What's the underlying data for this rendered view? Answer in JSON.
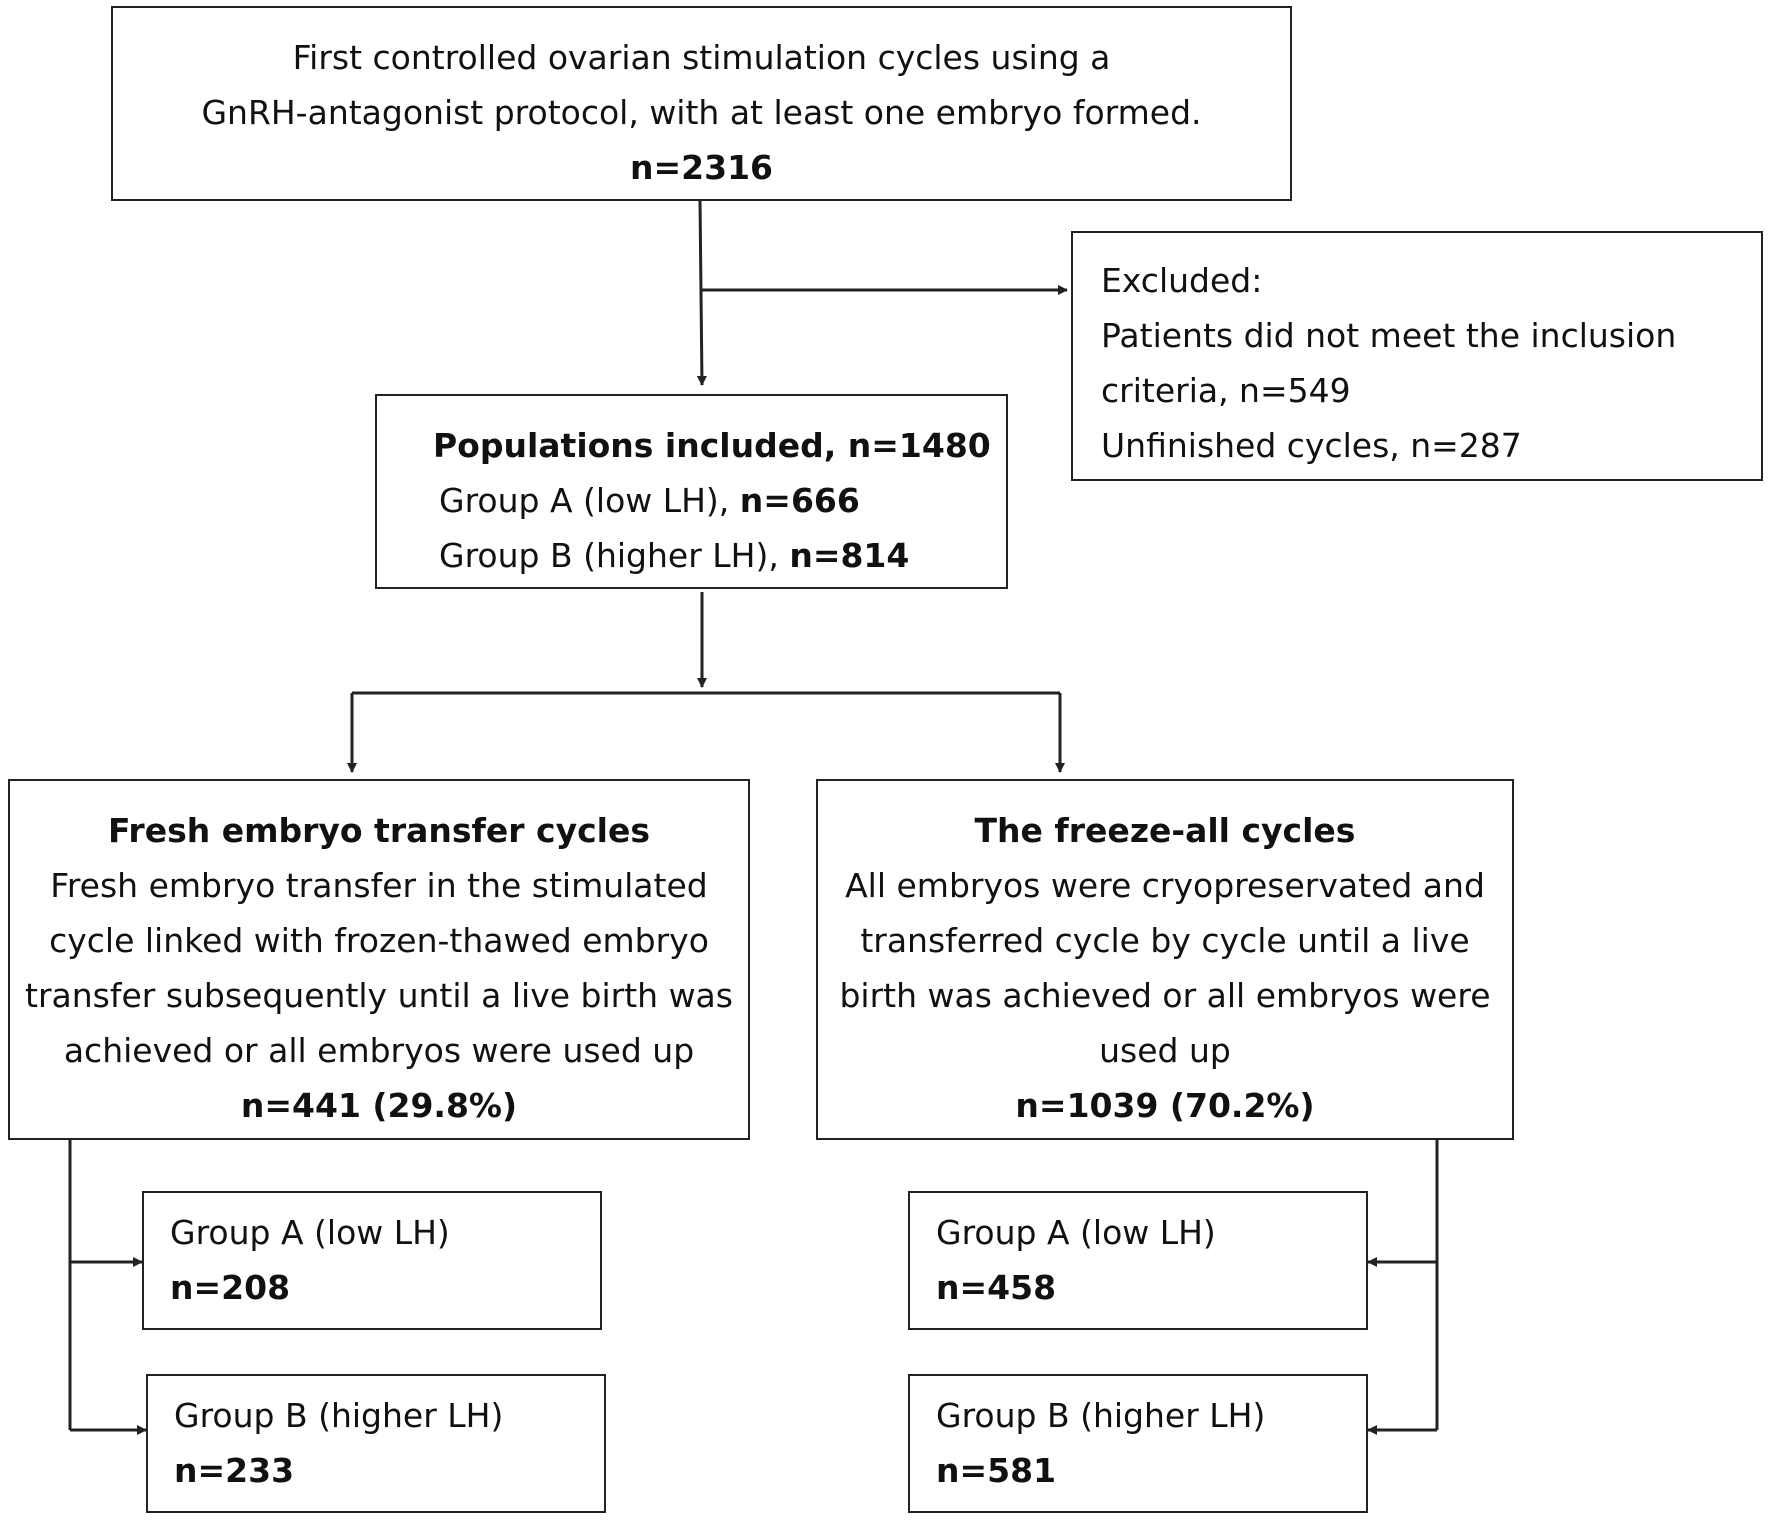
{
  "top": {
    "line1": "First controlled ovarian stimulation cycles using a",
    "line2": "GnRH-antagonist protocol, with at least one embryo formed.",
    "n": "n=2316"
  },
  "excluded": {
    "title": "Excluded:",
    "line1": "Patients did not meet the inclusion",
    "line2": "criteria, n=549",
    "line3": "Unfinished cycles, n=287"
  },
  "included": {
    "title": "Populations included, n=1480",
    "groupA_label": "Group A (low LH), ",
    "groupA_n": "n=666",
    "groupB_label": "Group B (higher LH), ",
    "groupB_n": "n=814"
  },
  "fresh": {
    "title": "Fresh embryo transfer cycles",
    "line1": "Fresh embryo transfer in the stimulated",
    "line2": "cycle linked with frozen-thawed embryo",
    "line3": "transfer subsequently until a live birth was",
    "line4": "achieved or all embryos were used up",
    "n": "n=441 (29.8%)",
    "groupA": {
      "label": "Group A (low LH)",
      "n": "n=208"
    },
    "groupB": {
      "label": "Group B (higher LH)",
      "n": "n=233"
    }
  },
  "freeze": {
    "title": "The freeze-all cycles",
    "line1": "All embryos were cryopreservated and",
    "line2": "transferred cycle by cycle until a live",
    "line3": "birth was achieved or all embryos were",
    "line4": "used up",
    "n": "n=1039 (70.2%)",
    "groupA": {
      "label": "Group A (low LH)",
      "n": "n=458"
    },
    "groupB": {
      "label": "Group B (higher LH)",
      "n": "n=581"
    }
  },
  "colors": {
    "line": "#222222",
    "text": "#111111",
    "background": "#ffffff"
  }
}
